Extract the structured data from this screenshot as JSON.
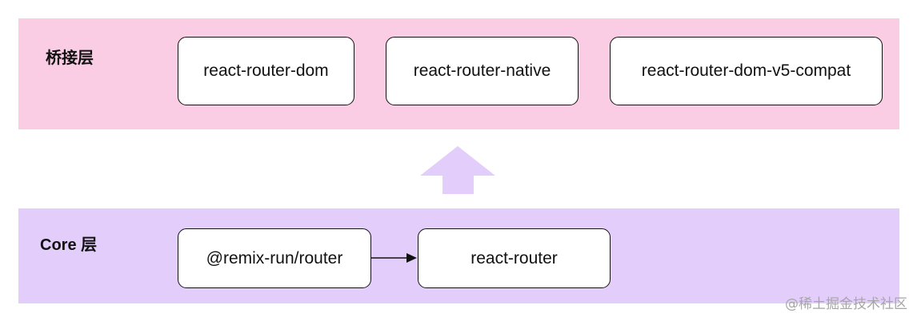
{
  "layers": {
    "bridge": {
      "label": "桥接层",
      "color": "#fbcde5",
      "nodes": [
        "react-router-dom",
        "react-router-native",
        "react-router-dom-v5-compat"
      ]
    },
    "core": {
      "label": "Core 层",
      "color": "#e3cdfb",
      "nodes": [
        "@remix-run/router",
        "react-router"
      ]
    }
  },
  "edges": [
    {
      "from": "@remix-run/router",
      "to": "react-router"
    }
  ],
  "layer_arrow": {
    "from": "core",
    "to": "bridge",
    "color": "#e3cdfb"
  },
  "watermark": "@稀土掘金技术社区"
}
